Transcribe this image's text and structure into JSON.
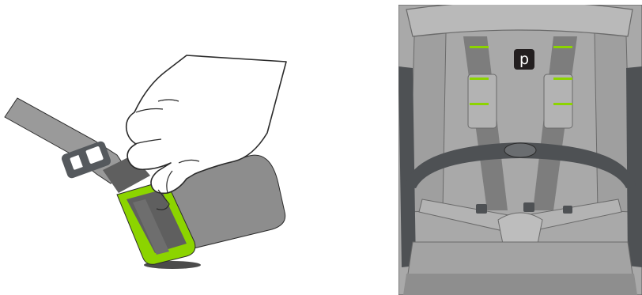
{
  "colors": {
    "strap": "#9a9a9a",
    "strap_dark": "#5f5f5f",
    "buckle": "#55595d",
    "pad": "#8d8d8d",
    "highlight_green": "#8cd400",
    "seat": "#a9a9a9",
    "seat_dark": "#7d7d7d",
    "frame": "#4e5154",
    "badge_bg": "#231f20",
    "shadow": "#4b4b4b",
    "outline": "#2b2b2b"
  },
  "icons": {
    "hand": "hand-illustration",
    "strap_buckle": "strap-slider-buckle",
    "shoulder_pad": "shoulder-pad-with-green-loop",
    "stroller_seat": "stroller-seat-harness"
  },
  "labels": {
    "position_badge": "p"
  }
}
